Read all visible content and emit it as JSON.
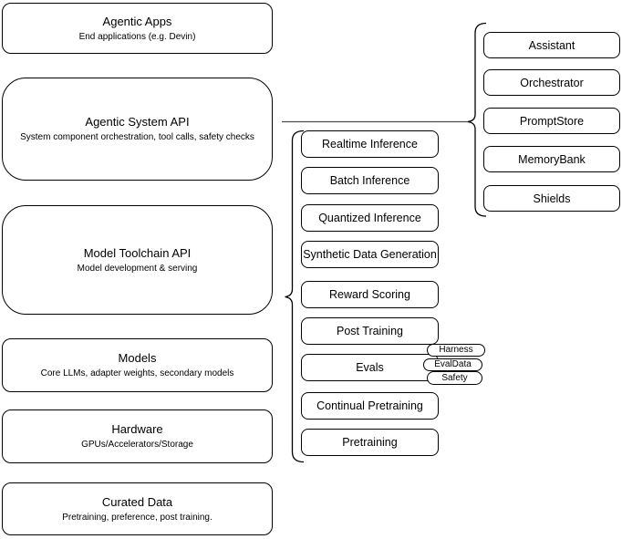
{
  "diagram": {
    "left_stack": [
      {
        "title": "Agentic Apps",
        "subtitle": "End applications (e.g. Devin)"
      },
      {
        "title": "Agentic System API",
        "subtitle": "System component orchestration, tool calls, safety checks"
      },
      {
        "title": "Model Toolchain API",
        "subtitle": "Model development & serving"
      },
      {
        "title": "Models",
        "subtitle": "Core LLMs, adapter weights, secondary models"
      },
      {
        "title": "Hardware",
        "subtitle": "GPUs/Accelerators/Storage"
      },
      {
        "title": "Curated Data",
        "subtitle": "Pretraining, preference, post training."
      }
    ],
    "toolchain_items": [
      "Realtime Inference",
      "Batch Inference",
      "Quantized Inference",
      "Synthetic Data Generation",
      "Reward Scoring",
      "Post Training",
      "Evals",
      "Continual Pretraining",
      "Pretraining"
    ],
    "evals_tags": [
      "Harness",
      "EvalData",
      "Safety"
    ],
    "system_components": [
      "Assistant",
      "Orchestrator",
      "PromptStore",
      "MemoryBank",
      "Shields"
    ],
    "colors": {
      "stroke": "#000000",
      "connector": "#4d4d4d",
      "background": "#ffffff"
    }
  }
}
